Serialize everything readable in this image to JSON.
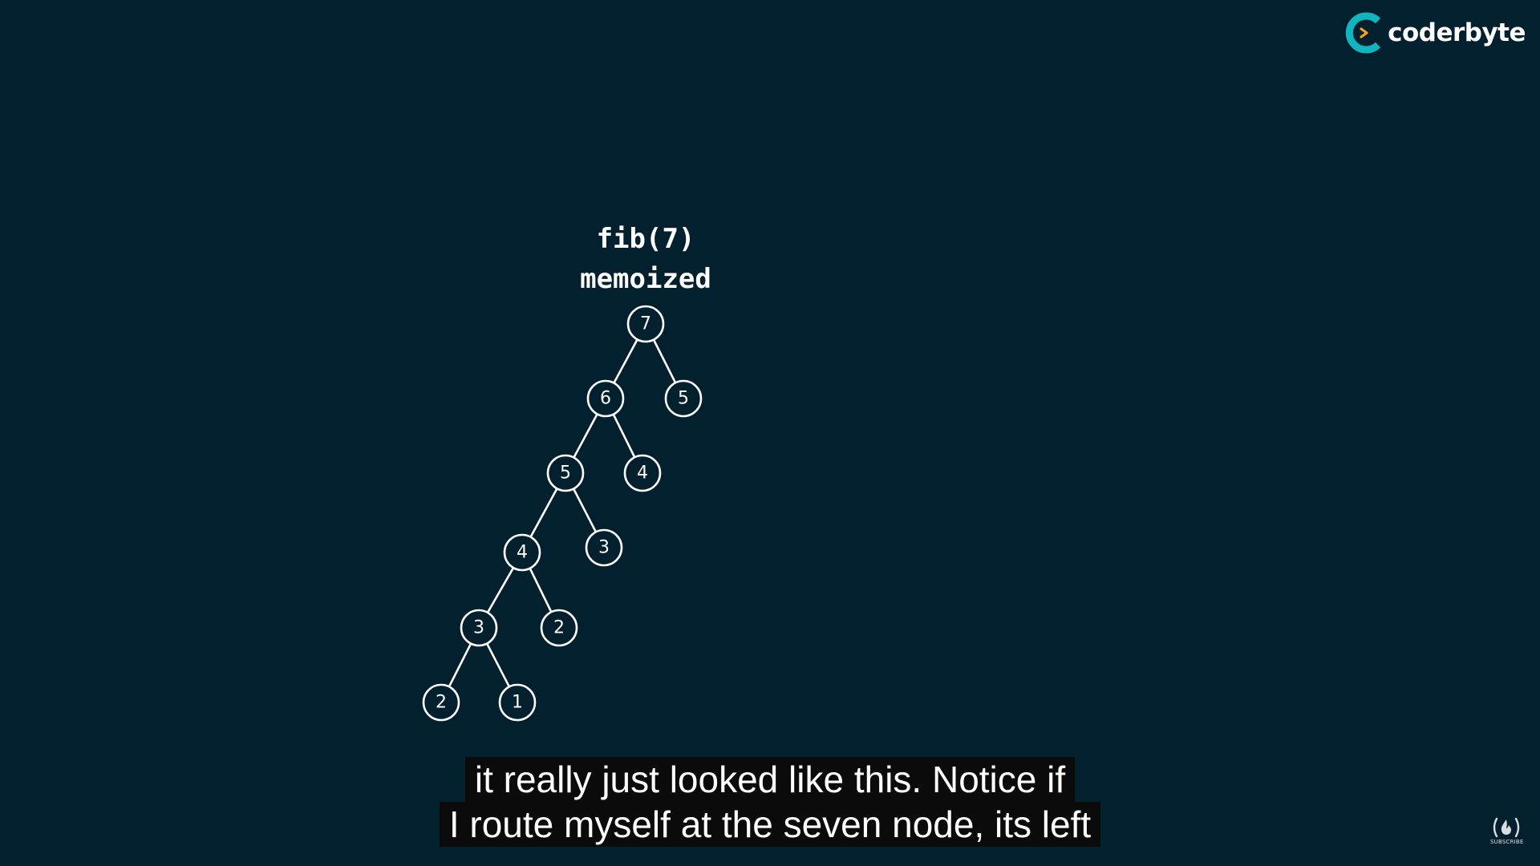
{
  "brand": {
    "name": "coderbyte",
    "colors": {
      "ring": "#11b5c0",
      "chevron": "#f7a21b"
    }
  },
  "diagram": {
    "title_line1": "fib(7)",
    "title_line2": "memoized",
    "nodes": [
      {
        "id": "n7",
        "label": "7"
      },
      {
        "id": "n6",
        "label": "6"
      },
      {
        "id": "n5r",
        "label": "5"
      },
      {
        "id": "n5",
        "label": "5"
      },
      {
        "id": "n4r",
        "label": "4"
      },
      {
        "id": "n4",
        "label": "4"
      },
      {
        "id": "n3r",
        "label": "3"
      },
      {
        "id": "n3",
        "label": "3"
      },
      {
        "id": "n2r",
        "label": "2"
      },
      {
        "id": "n2",
        "label": "2"
      },
      {
        "id": "n1",
        "label": "1"
      }
    ],
    "edges": [
      [
        "n7",
        "n6"
      ],
      [
        "n7",
        "n5r"
      ],
      [
        "n6",
        "n5"
      ],
      [
        "n6",
        "n4r"
      ],
      [
        "n5",
        "n4"
      ],
      [
        "n5",
        "n3r"
      ],
      [
        "n4",
        "n3"
      ],
      [
        "n4",
        "n2r"
      ],
      [
        "n3",
        "n2"
      ],
      [
        "n3",
        "n1"
      ]
    ]
  },
  "captions": {
    "line1": "it really just looked like this. Notice if",
    "line2": "I route myself at the seven node, its left"
  },
  "watermark": {
    "icon": "freecodecamp-flame-icon",
    "label": "SUBSCRIBE"
  },
  "colors": {
    "background": "#03202f",
    "foreground": "#ffffff",
    "caption_bg": "#0b0b0b"
  }
}
